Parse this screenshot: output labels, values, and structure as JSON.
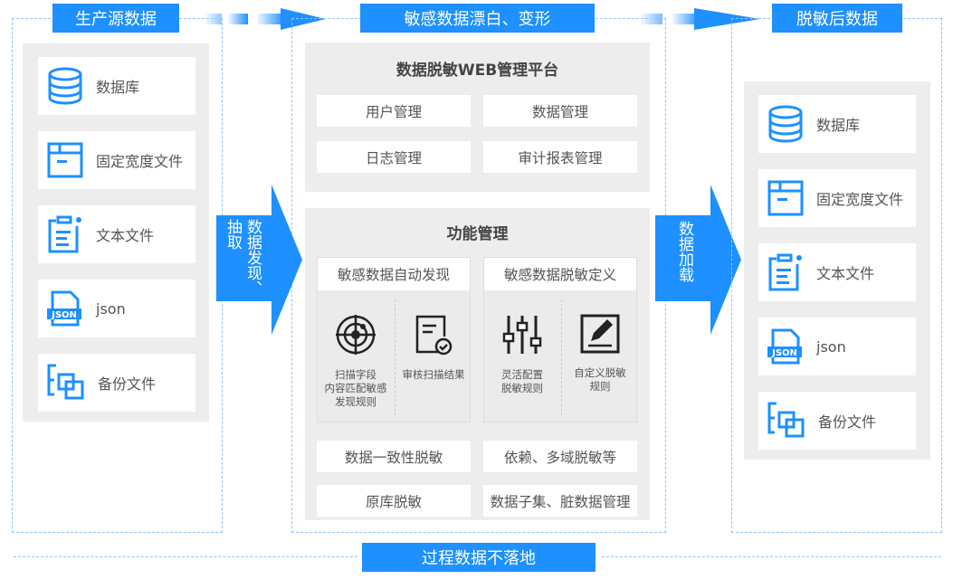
{
  "colors": {
    "accent": "#1e90ff",
    "panel": "#ededed"
  },
  "source": {
    "title": "生产源数据",
    "items": [
      {
        "icon": "database-icon",
        "label": "数据库"
      },
      {
        "icon": "fixed-width-file-icon",
        "label": "固定宽度文件"
      },
      {
        "icon": "text-file-icon",
        "label": "文本文件"
      },
      {
        "icon": "json-file-icon",
        "label": "json"
      },
      {
        "icon": "backup-file-icon",
        "label": "备份文件"
      }
    ]
  },
  "arrow_extract": {
    "label": "数据发现、抽取"
  },
  "middle": {
    "title": "敏感数据漂白、变形",
    "platform": {
      "title": "数据脱敏WEB管理平台",
      "buttons": [
        "用户管理",
        "数据管理",
        "日志管理",
        "审计报表管理"
      ]
    },
    "functions": {
      "title": "功能管理",
      "discovery": {
        "title": "敏感数据自动发现",
        "cols": [
          {
            "icon": "target-scan-icon",
            "label": "扫描字段\n内容匹配敏感\n发现规则"
          },
          {
            "icon": "document-check-icon",
            "label": "审核扫描结果"
          }
        ]
      },
      "definition": {
        "title": "敏感数据脱敏定义",
        "cols": [
          {
            "icon": "sliders-icon",
            "label": "灵活配置\n脱敏规则"
          },
          {
            "icon": "edit-icon",
            "label": "自定义脱敏\n规则"
          }
        ]
      },
      "buttons": [
        "数据一致性脱敏",
        "依赖、多域脱敏等",
        "原库脱敏",
        "数据子集、脏数据管理"
      ]
    }
  },
  "arrow_load": {
    "label": "数据加载"
  },
  "target": {
    "title": "脱敏后数据",
    "items": [
      {
        "icon": "database-icon",
        "label": "数据库"
      },
      {
        "icon": "fixed-width-file-icon",
        "label": "固定宽度文件"
      },
      {
        "icon": "text-file-icon",
        "label": "文本文件"
      },
      {
        "icon": "json-file-icon",
        "label": "json"
      },
      {
        "icon": "backup-file-icon",
        "label": "备份文件"
      }
    ]
  },
  "footer": {
    "label": "过程数据不落地"
  }
}
